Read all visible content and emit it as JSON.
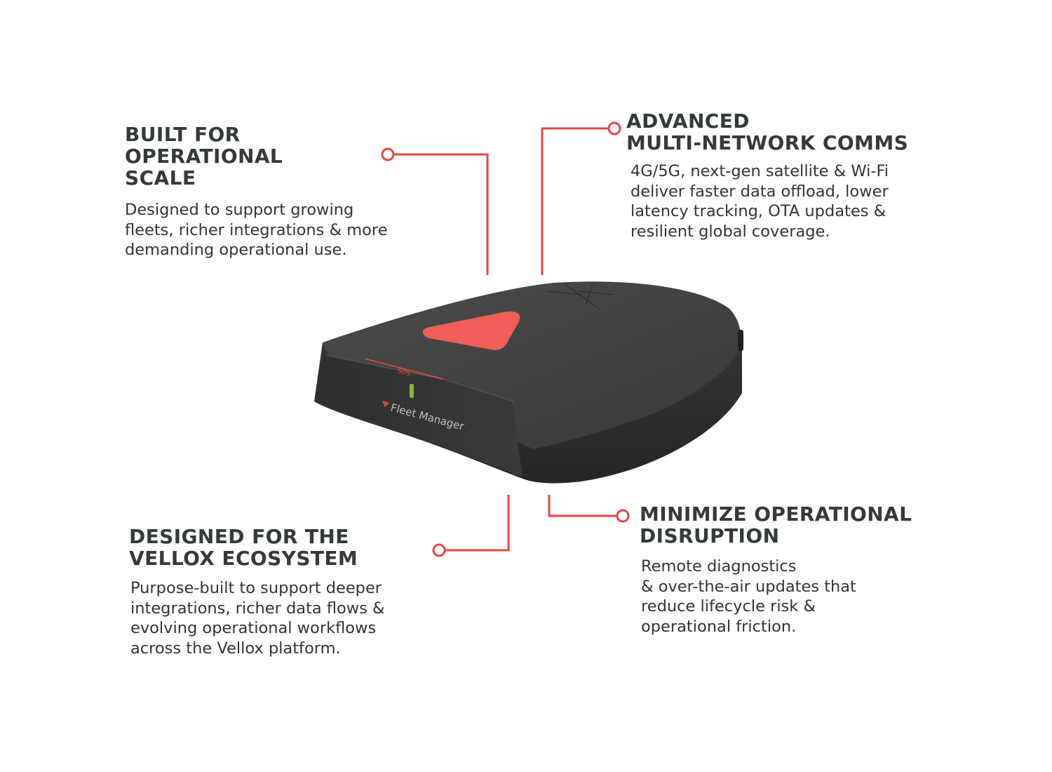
{
  "features": {
    "scale": {
      "title": [
        "BUILT FOR",
        "OPERATIONAL",
        "SCALE"
      ],
      "body": [
        "Designed to support growing",
        "fleets, richer integrations & more",
        "demanding operational use."
      ]
    },
    "comms": {
      "title": [
        "ADVANCED",
        "MULTI-NETWORK COMMS"
      ],
      "body": [
        "4G/5G, next-gen satellite & Wi-Fi",
        "deliver faster data offload, lower",
        "latency tracking, OTA updates &",
        "resilient global coverage."
      ]
    },
    "ecosystem": {
      "title": [
        "DESIGNED FOR THE",
        "VELLOX ECOSYSTEM"
      ],
      "body": [
        "Purpose-built to support deeper",
        "integrations, richer data flows &",
        "evolving operational workflows",
        "across the Vellox platform."
      ]
    },
    "disruption": {
      "title": [
        "MINIMIZE OPERATIONAL",
        "DISRUPTION"
      ],
      "body": [
        "Remote diagnostics",
        "& over-the-air updates that",
        "reduce lifecycle risk &",
        "operational friction."
      ]
    }
  },
  "device": {
    "sos_label": "SOS",
    "brand_label": "Fleet Manager"
  },
  "colors": {
    "accent": "#e8473f",
    "heading": "#333a3a",
    "body": "#2f3535",
    "device_body": "#3c3c3c",
    "sos_button": "#ef5f58",
    "status_led": "#8bc53f"
  }
}
